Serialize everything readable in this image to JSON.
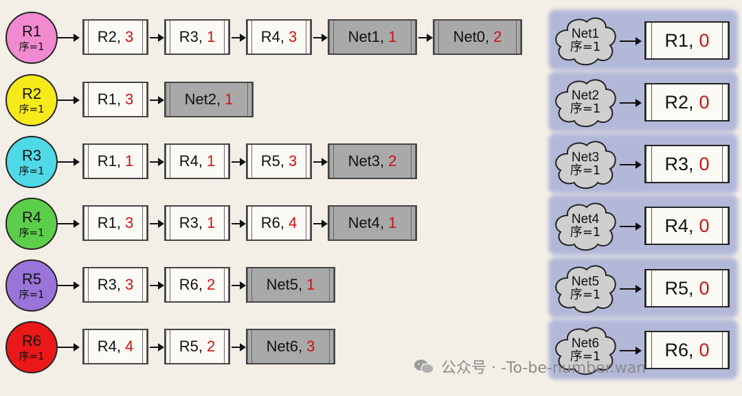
{
  "routers": [
    {
      "name": "R1",
      "seq": "序=1",
      "color": "#f28ad0",
      "entries": [
        {
          "name": "R2",
          "cost": "3",
          "net": false
        },
        {
          "name": "R3",
          "cost": "1",
          "net": false
        },
        {
          "name": "R4",
          "cost": "3",
          "net": false
        },
        {
          "name": "Net1",
          "cost": "1",
          "net": true
        },
        {
          "name": "Net0",
          "cost": "2",
          "net": true
        }
      ]
    },
    {
      "name": "R2",
      "seq": "序=1",
      "color": "#f7ea1a",
      "entries": [
        {
          "name": "R1",
          "cost": "3",
          "net": false
        },
        {
          "name": "Net2",
          "cost": "1",
          "net": true
        }
      ]
    },
    {
      "name": "R3",
      "seq": "序=1",
      "color": "#4fd8e6",
      "entries": [
        {
          "name": "R1",
          "cost": "1",
          "net": false
        },
        {
          "name": "R4",
          "cost": "1",
          "net": false
        },
        {
          "name": "R5",
          "cost": "3",
          "net": false
        },
        {
          "name": "Net3",
          "cost": "2",
          "net": true
        }
      ]
    },
    {
      "name": "R4",
      "seq": "序=1",
      "color": "#5ccf4a",
      "entries": [
        {
          "name": "R1",
          "cost": "3",
          "net": false
        },
        {
          "name": "R3",
          "cost": "1",
          "net": false
        },
        {
          "name": "R6",
          "cost": "4",
          "net": false
        },
        {
          "name": "Net4",
          "cost": "1",
          "net": true
        }
      ]
    },
    {
      "name": "R5",
      "seq": "序=1",
      "color": "#9a74d8",
      "entries": [
        {
          "name": "R3",
          "cost": "3",
          "net": false
        },
        {
          "name": "R6",
          "cost": "2",
          "net": false
        },
        {
          "name": "Net5",
          "cost": "1",
          "net": true
        }
      ]
    },
    {
      "name": "R6",
      "seq": "序=1",
      "color": "#ea1818",
      "entries": [
        {
          "name": "R4",
          "cost": "4",
          "net": false
        },
        {
          "name": "R5",
          "cost": "2",
          "net": false
        },
        {
          "name": "Net6",
          "cost": "3",
          "net": true
        }
      ]
    }
  ],
  "networks": [
    {
      "name": "Net1",
      "seq": "序=1",
      "target": "R1",
      "cost": "0"
    },
    {
      "name": "Net2",
      "seq": "序=1",
      "target": "R2",
      "cost": "0"
    },
    {
      "name": "Net3",
      "seq": "序=1",
      "target": "R3",
      "cost": "0"
    },
    {
      "name": "Net4",
      "seq": "序=1",
      "target": "R4",
      "cost": "0"
    },
    {
      "name": "Net5",
      "seq": "序=1",
      "target": "R5",
      "cost": "0"
    },
    {
      "name": "Net6",
      "seq": "序=1",
      "target": "R6",
      "cost": "0"
    }
  ],
  "colors": {
    "cost": "#cc1111",
    "net_node": "#a9a9a9",
    "glow": "#8a95d0"
  },
  "watermark": {
    "text": "公众号 · -To-be-number.wan",
    "icon": "wechat-icon"
  }
}
